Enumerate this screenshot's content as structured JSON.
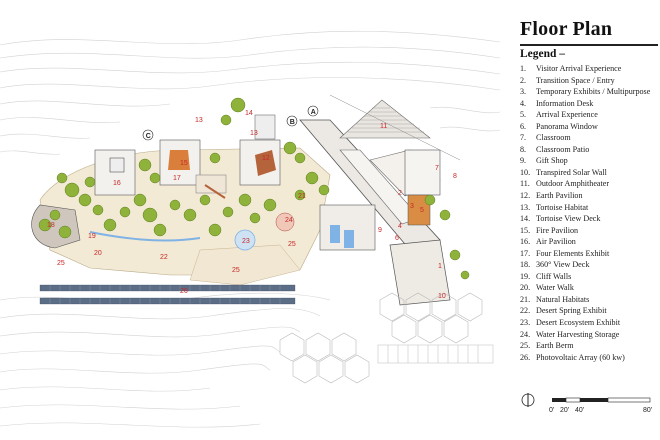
{
  "title": "Floor Plan",
  "legend_heading": "Legend –",
  "legend": [
    {
      "num": "1.",
      "label": "Visitor Arrival Experience"
    },
    {
      "num": "2.",
      "label": "Transition Space / Entry"
    },
    {
      "num": "3.",
      "label": "Temporary Exhibits / Multipurpose"
    },
    {
      "num": "4.",
      "label": "Information Desk"
    },
    {
      "num": "5.",
      "label": "Arrival Experience"
    },
    {
      "num": "6.",
      "label": "Panorama Window"
    },
    {
      "num": "7.",
      "label": "Classroom"
    },
    {
      "num": "8.",
      "label": "Classroom Patio"
    },
    {
      "num": "9.",
      "label": "Gift Shop"
    },
    {
      "num": "10.",
      "label": "Transpired Solar Wall"
    },
    {
      "num": "11.",
      "label": "Outdoor Amphitheater"
    },
    {
      "num": "12.",
      "label": "Earth Pavilion"
    },
    {
      "num": "13.",
      "label": "Tortoise Habitat"
    },
    {
      "num": "14.",
      "label": "Tortoise View Deck"
    },
    {
      "num": "15.",
      "label": "Fire Pavilion"
    },
    {
      "num": "16.",
      "label": "Air Pavilion"
    },
    {
      "num": "17.",
      "label": "Four Elements Exhibit"
    },
    {
      "num": "18.",
      "label": "360° View Deck"
    },
    {
      "num": "19.",
      "label": "Cliff Walls"
    },
    {
      "num": "20.",
      "label": "Water Walk"
    },
    {
      "num": "21.",
      "label": "Natural Habitats"
    },
    {
      "num": "22.",
      "label": "Desert Spring Exhibit"
    },
    {
      "num": "23.",
      "label": "Desert Ecosystem Exhibit"
    },
    {
      "num": "24.",
      "label": "Water Harvesting Storage"
    },
    {
      "num": "25.",
      "label": "Earth Berm"
    },
    {
      "num": "26.",
      "label": "Photovoltaic Array (60 kw)"
    }
  ],
  "scale_labels": [
    "0'",
    "20'",
    "40'",
    "80'"
  ],
  "section_markers": [
    "A",
    "B",
    "C"
  ],
  "plan_labels": [
    "1",
    "2",
    "3",
    "4",
    "5",
    "6",
    "7",
    "8",
    "9",
    "10",
    "11",
    "12",
    "13",
    "14",
    "15",
    "16",
    "17",
    "18",
    "19",
    "20",
    "21",
    "22",
    "23",
    "24",
    "25",
    "26"
  ],
  "colors": {
    "label_red": "#c62828",
    "tree_green": "#8fb33a",
    "contour": "#cfcfcf",
    "water": "#7fb2e5",
    "pv_panel": "#5c6e86"
  }
}
